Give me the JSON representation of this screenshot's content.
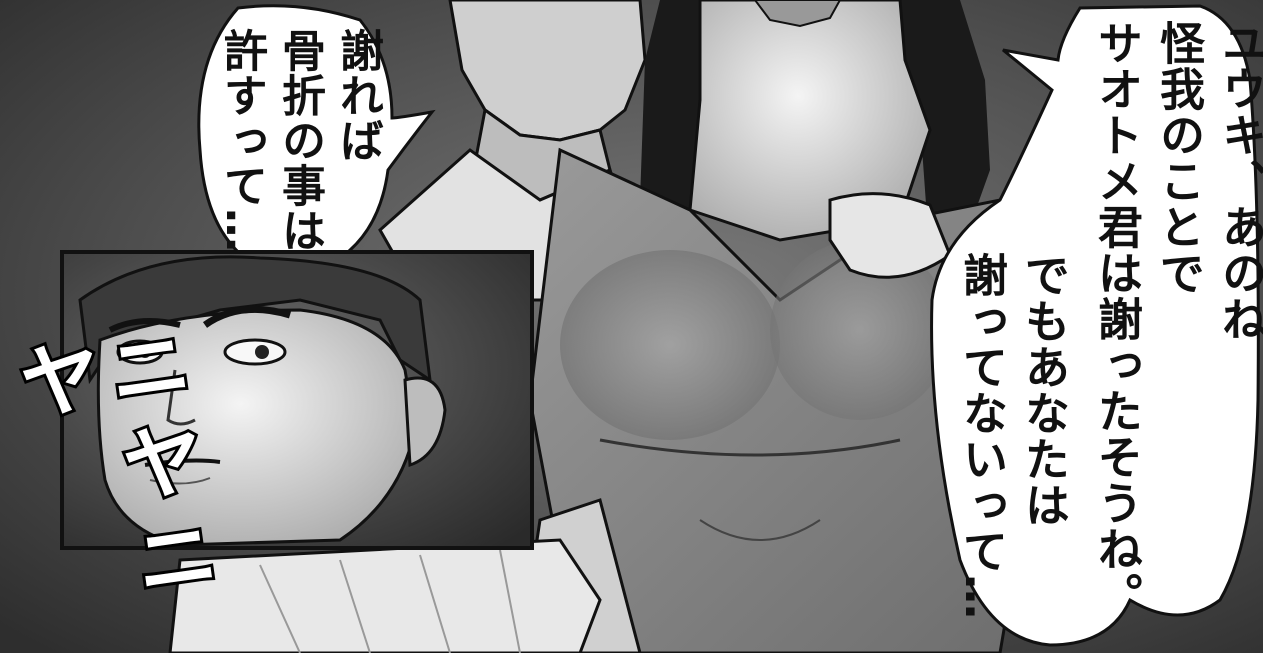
{
  "dialogue": {
    "left_bubble": [
      "謝れば",
      "骨折の事は",
      "許すって…"
    ],
    "right_bubble_first": [
      "ユウキ、あのね",
      "怪我のことで",
      "サオトメ君は謝ったそうね。"
    ],
    "right_bubble_second": [
      "でもあなたは",
      "謝ってないって…"
    ]
  },
  "sfx": "ニヤニヤ",
  "colors": {
    "ink": "#111111",
    "bubble": "#ffffff",
    "screentone": "#5a5a5a",
    "skin": "#d8d8d8",
    "shirt": "#8a8a8a"
  }
}
